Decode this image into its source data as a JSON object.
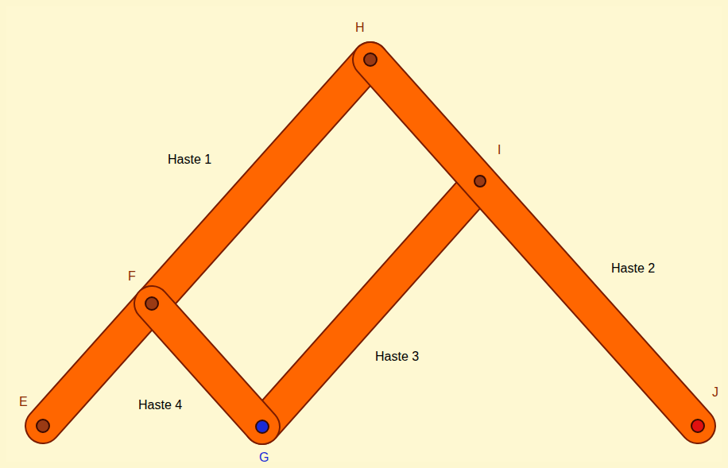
{
  "diagram": {
    "labels": [
      "H",
      "I",
      "F",
      "E",
      "G",
      "J",
      "Haste 1",
      "Haste 2",
      "Haste 3",
      "Haste 4"
    ]
  }
}
